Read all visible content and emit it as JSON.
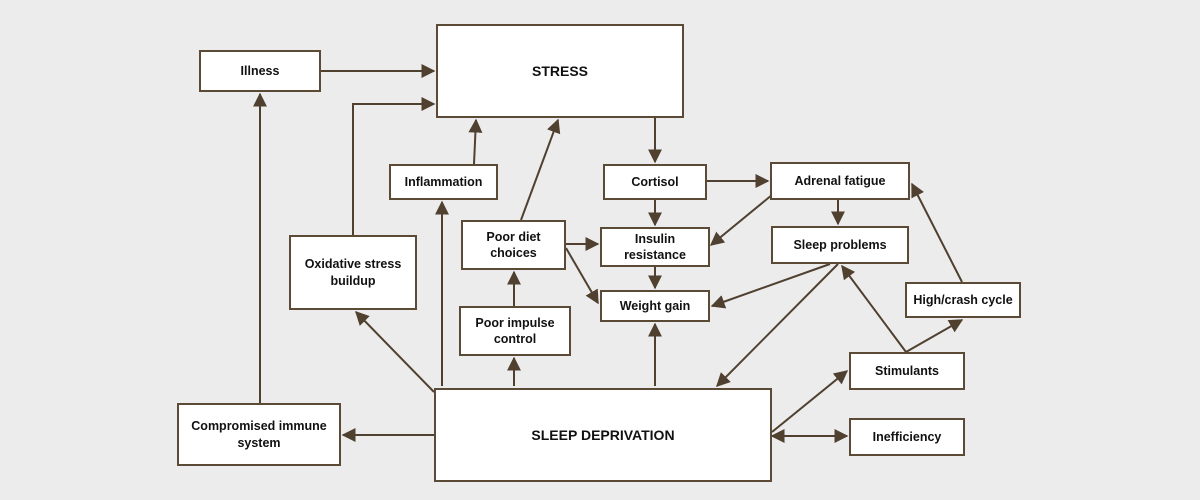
{
  "nodes": {
    "stress": "STRESS",
    "illness": "Illness",
    "inflammation": "Inflammation",
    "cortisol": "Cortisol",
    "adrenal_fatigue": "Adrenal fatigue",
    "poor_diet_choices": "Poor diet\nchoices",
    "insulin_resistance": "Insulin\nresistance",
    "sleep_problems": "Sleep problems",
    "oxidative_stress_buildup": "Oxidative stress\nbuildup",
    "high_crash_cycle": "High/crash cycle",
    "weight_gain": "Weight gain",
    "poor_impulse_control": "Poor impulse\ncontrol",
    "stimulants": "Stimulants",
    "compromised_immune_system": "Compromised immune\nsystem",
    "sleep_deprivation": "SLEEP DEPRIVATION",
    "inefficiency": "Inefficiency"
  },
  "edges": [
    {
      "from": "illness",
      "to": "stress"
    },
    {
      "from": "oxidative_stress_buildup",
      "to": "stress"
    },
    {
      "from": "inflammation",
      "to": "stress"
    },
    {
      "from": "poor_diet_choices",
      "to": "stress"
    },
    {
      "from": "stress",
      "to": "cortisol"
    },
    {
      "from": "cortisol",
      "to": "adrenal_fatigue"
    },
    {
      "from": "cortisol",
      "to": "insulin_resistance"
    },
    {
      "from": "adrenal_fatigue",
      "to": "insulin_resistance"
    },
    {
      "from": "adrenal_fatigue",
      "to": "sleep_problems"
    },
    {
      "from": "poor_diet_choices",
      "to": "insulin_resistance"
    },
    {
      "from": "poor_diet_choices",
      "to": "weight_gain"
    },
    {
      "from": "insulin_resistance",
      "to": "weight_gain"
    },
    {
      "from": "sleep_problems",
      "to": "weight_gain"
    },
    {
      "from": "sleep_problems",
      "to": "sleep_deprivation"
    },
    {
      "from": "high_crash_cycle",
      "to": "adrenal_fatigue"
    },
    {
      "from": "stimulants",
      "to": "high_crash_cycle"
    },
    {
      "from": "stimulants",
      "to": "sleep_problems"
    },
    {
      "from": "poor_impulse_control",
      "to": "poor_diet_choices"
    },
    {
      "from": "compromised_immune_system",
      "to": "illness"
    },
    {
      "from": "sleep_deprivation",
      "to": "compromised_immune_system"
    },
    {
      "from": "sleep_deprivation",
      "to": "oxidative_stress_buildup"
    },
    {
      "from": "sleep_deprivation",
      "to": "inflammation"
    },
    {
      "from": "sleep_deprivation",
      "to": "poor_impulse_control"
    },
    {
      "from": "sleep_deprivation",
      "to": "weight_gain"
    },
    {
      "from": "sleep_deprivation",
      "to": "stimulants"
    },
    {
      "from": "sleep_deprivation",
      "to": "inefficiency"
    },
    {
      "from": "inefficiency",
      "to": "sleep_deprivation"
    }
  ],
  "colors": {
    "background": "#ececec",
    "box_border": "#5b4a35",
    "arrow": "#4f4030"
  }
}
